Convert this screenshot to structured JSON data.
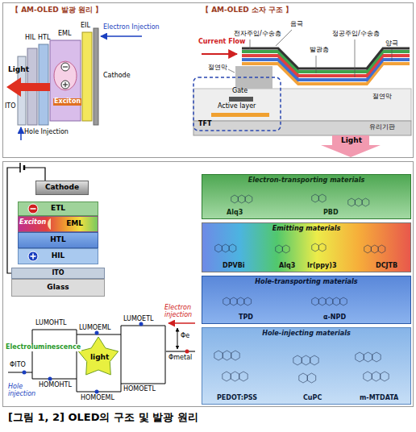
{
  "diagram": {
    "caption": "[그림 1, 2] OLED의 구조 및 발광 원리",
    "nodes": [
      {
        "text": [
          "Cathode"
        ]
      },
      {
        "text": [
          "ETL"
        ]
      },
      {
        "text": [
          "EML"
        ]
      },
      {
        "text": [
          "HTL"
        ]
      },
      {
        "text": [
          "HIL"
        ]
      },
      {
        "text": [
          "ITO"
        ]
      },
      {
        "text": [
          "Glass"
        ]
      },
      {
        "text": [
          "Electron-transporting materials",
          "Alq3",
          "PBD"
        ]
      },
      {
        "text": [
          "Emitting materials",
          "DPVBi",
          "Alq3",
          "Ir(ppy)3",
          "DCJTB"
        ]
      },
      {
        "text": [
          "Hole-transporting materials",
          "TPD",
          "α-NPD"
        ]
      },
      {
        "text": [
          "Hole-injecting materials",
          "PEDOT:PSS",
          "CuPC",
          "m-MTDATA"
        ]
      }
    ],
    "edges": [
      {
        "from": 0,
        "to": 5,
        "arrow": "none"
      }
    ],
    "labels": [
      "【 AM-OLED 발광 원리 】",
      "【 AM-OLED 소자 구조 】",
      "HIL",
      "HTL",
      "EML",
      "EIL",
      "Electron Injection",
      "Cathode",
      "Exciton",
      "Light",
      "ITO",
      "Hole Injection",
      "Current Flow",
      "음극",
      "전자주입/수송층",
      "정공주입/수송층",
      "양극",
      "발광층",
      "절연막",
      "Gate",
      "Active layer",
      "TFT",
      "절연막",
      "유리기판",
      "Light",
      "Exciton",
      "LUMOHTL",
      "LUMOEML",
      "LUMOETL",
      "Electron injection",
      "Φe",
      "Φmetal",
      "Electroluminescence",
      "light",
      "ΦITO",
      "HOMOHTL",
      "HOMOEML",
      "HOMOETL",
      "Hole injection"
    ]
  }
}
